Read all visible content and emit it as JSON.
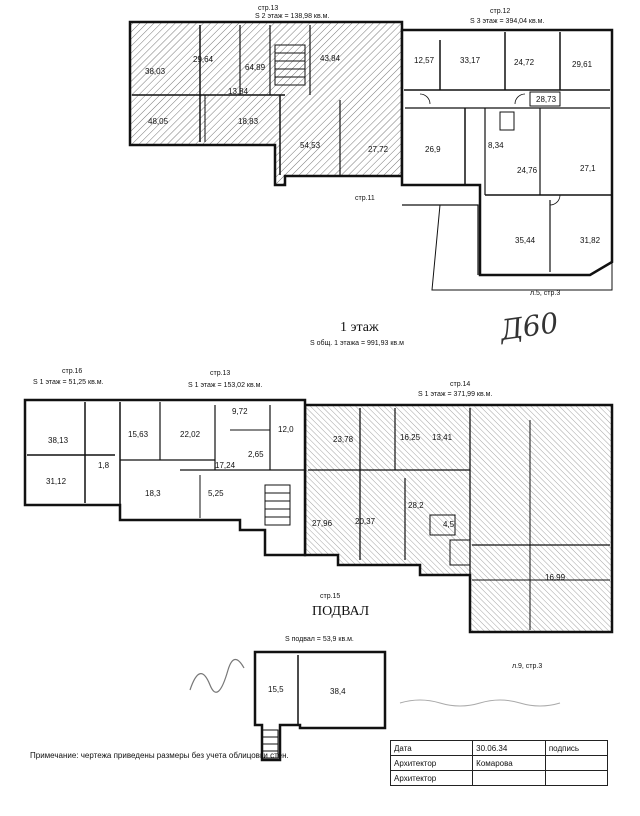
{
  "floor1": {
    "title": "1 этаж",
    "area_total": "S общ. 1 этажа = 991,93 кв.м",
    "pages": {
      "p13": "стр.13",
      "p12": "стр.12",
      "p11": "стр.11",
      "p5": "л.5, стр.3"
    },
    "area_left": "S 2 этаж = 138,98 кв.м.",
    "area_right": "S 3 этаж = 394,04 кв.м.",
    "rooms": [
      "38,03",
      "29,64",
      "64,89",
      "43,84",
      "13,84",
      "48,05",
      "18,83",
      "54,53",
      "27,72",
      "12,57",
      "33,17",
      "24,72",
      "29,61",
      "26,9",
      "28,73",
      "8,34",
      "24,76",
      "27,1",
      "35,44",
      "31,82"
    ]
  },
  "basement": {
    "title": "ПОДВАЛ",
    "pages": {
      "p16": "стр.16",
      "p13": "стр.13",
      "p14": "стр.14",
      "p15": "стр.15",
      "p9": "л.9, стр.3"
    },
    "area_a": "S 1 этаж = 51,25 кв.м.",
    "area_b": "S 1 этаж = 153,02 кв.м.",
    "area_c": "S 1 этаж = 371,99 кв.м.",
    "area_d": "S подвал = 53,9 кв.м.",
    "rooms": [
      "38,13",
      "31,12",
      "1,8",
      "15,63",
      "22,02",
      "9,72",
      "12,0",
      "18,3",
      "17,24",
      "5,25",
      "2,65",
      "23,78",
      "16,25",
      "13,41",
      "27,96",
      "20,37",
      "28,2",
      "4,5",
      "16,99",
      "15,5",
      "38,4"
    ]
  },
  "signature": "Д60",
  "note": "Примечание: чертежа приведены размеры без учета облицовки стен.",
  "title_block": {
    "date_label": "Дата",
    "date_value": "30.06.34",
    "sign_label": "подпись",
    "architect_label": "Архитектор",
    "architect_name": "Комарова",
    "architect2_label": "Архитектор"
  }
}
